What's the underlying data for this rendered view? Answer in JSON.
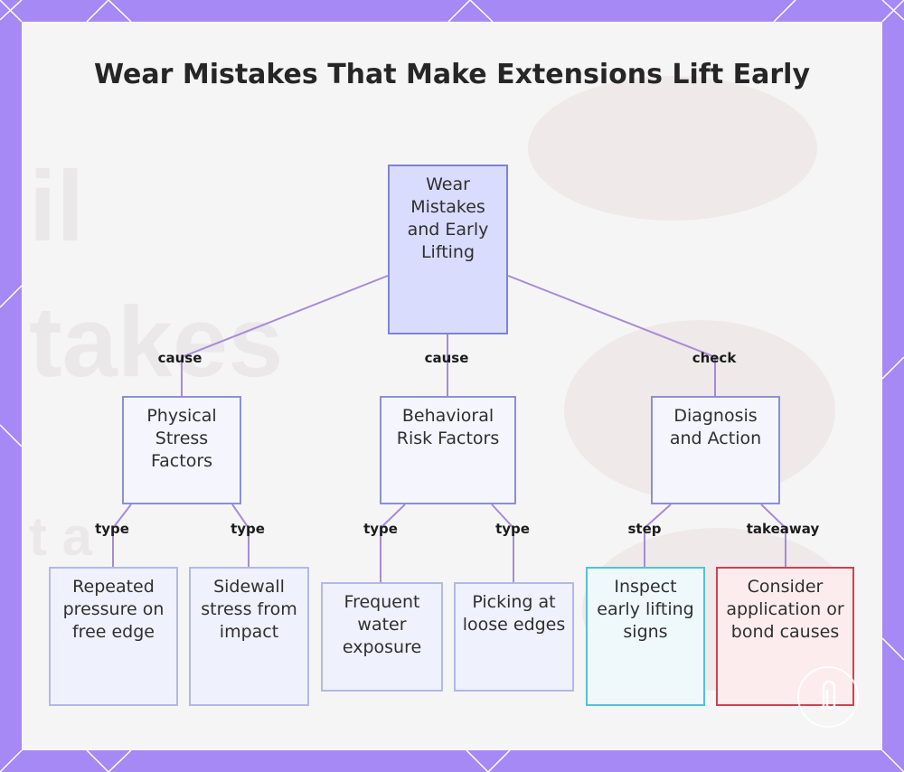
{
  "title": "Wear Mistakes That Make Extensions Lift Early",
  "nodes": {
    "root": "Wear Mistakes and Early Lifting",
    "physical": "Physical Stress Factors",
    "behavioral": "Behavioral Risk Factors",
    "diagnosis": "Diagnosis and Action",
    "repeated": "Repeated pressure on free edge",
    "sidewall": "Sidewall stress from impact",
    "water": "Frequent water exposure",
    "picking": "Picking at loose edges",
    "inspect": "Inspect early lifting signs",
    "consider": "Consider application or bond causes"
  },
  "edges": {
    "root_physical": "cause",
    "root_behavioral": "cause",
    "root_diagnosis": "check",
    "physical_repeated": "type",
    "physical_sidewall": "type",
    "behavioral_water": "type",
    "behavioral_picking": "type",
    "diagnosis_inspect": "step",
    "diagnosis_consider": "takeaway"
  },
  "colors": {
    "frame": "#a689f5",
    "panel": "#f6f5f6",
    "edge": "#a88ad8",
    "root_fill": "#d9dcfd",
    "node_border": "#8c8fd6",
    "step_border": "#54c1d2",
    "takeaway_border": "#cf4250"
  }
}
